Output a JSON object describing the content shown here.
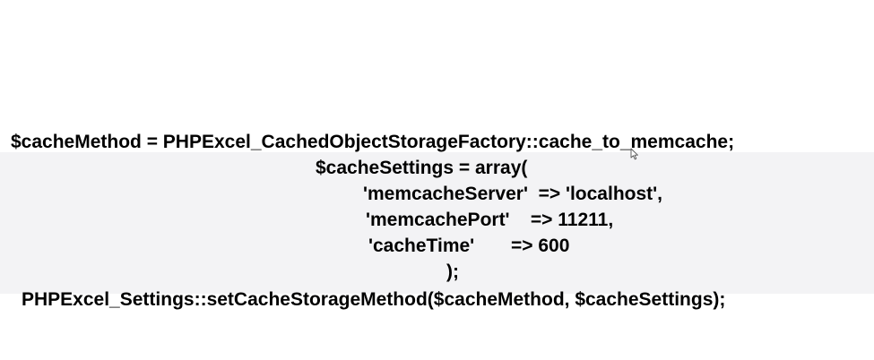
{
  "code": {
    "lines": [
      "$cacheMethod = PHPExcel_CachedObjectStorageFactory::cache_to_memcache;",
      "$cacheSettings = array(",
      "'memcacheServer'  => 'localhost',",
      "'memcachePort'    => 11211,",
      "'cacheTime'       => 600",
      ");",
      "PHPExcel_Settings::setCacheStorageMethod($cacheMethod, $cacheSettings);"
    ]
  },
  "cursor": {
    "icon": "mouse-pointer-icon"
  }
}
